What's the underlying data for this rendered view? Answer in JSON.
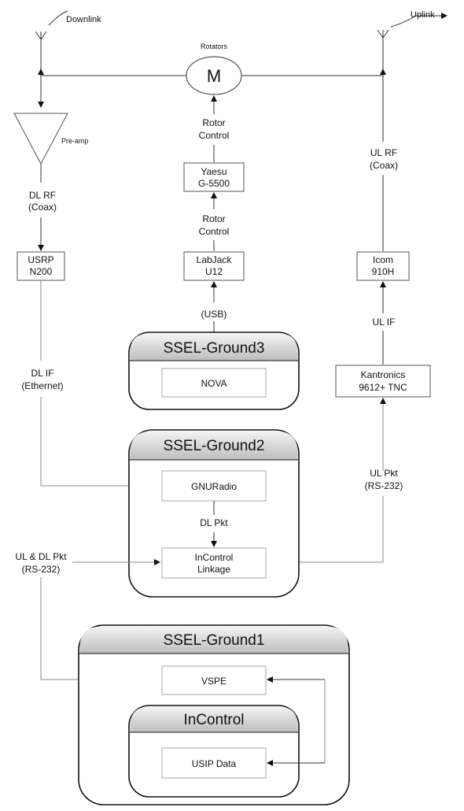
{
  "antennas": {
    "downlink": "Downlink",
    "uplink": "Uplink"
  },
  "rotators": {
    "caption": "Rotators",
    "symbol": "M"
  },
  "preamp": "Pre-amp",
  "labels": {
    "rotor_control_upper": [
      "Rotor",
      "Control"
    ],
    "rotor_control_lower": [
      "Rotor",
      "Control"
    ],
    "dl_rf": [
      "DL RF",
      "(Coax)"
    ],
    "ul_rf": [
      "UL RF",
      "(Coax)"
    ],
    "usb": "(USB)",
    "dl_if": [
      "DL IF",
      "(Ethernet)"
    ],
    "ul_if": "UL IF",
    "ul_pkt": [
      "UL Pkt",
      "(RS-232)"
    ],
    "dl_pkt": "DL Pkt",
    "ul_dl_pkt": [
      "UL & DL Pkt",
      "(RS-232)"
    ]
  },
  "devices": {
    "yaesu": [
      "Yaesu",
      "G-5500"
    ],
    "labjack": [
      "LabJack",
      "U12"
    ],
    "usrp": [
      "USRP",
      "N200"
    ],
    "icom": [
      "Icom",
      "910H"
    ],
    "kantronics": [
      "Kantronics",
      "9612+ TNC"
    ]
  },
  "groups": {
    "ground3": {
      "title": "SSEL-Ground3",
      "items": [
        "NOVA"
      ]
    },
    "ground2": {
      "title": "SSEL-Ground2",
      "items": [
        "GNURadio",
        "InControl",
        "Linkage"
      ]
    },
    "ground1": {
      "title": "SSEL-Ground1",
      "items": [
        "VSPE"
      ]
    },
    "incontrol": {
      "title": "InControl",
      "items": [
        "USIP Data"
      ]
    }
  }
}
